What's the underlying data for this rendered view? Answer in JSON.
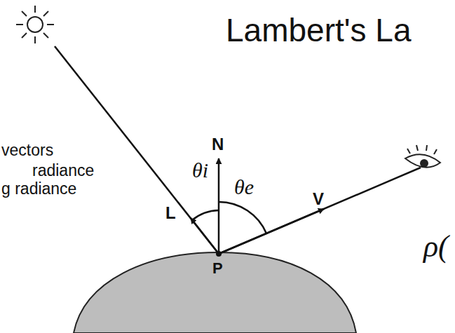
{
  "diagram": {
    "title": "Lambert's La",
    "labels": [
      "vectors",
      "radiance",
      "g radiance",
      "L",
      "N",
      "V",
      "P",
      "θi",
      "θe",
      "ρ("
    ]
  }
}
